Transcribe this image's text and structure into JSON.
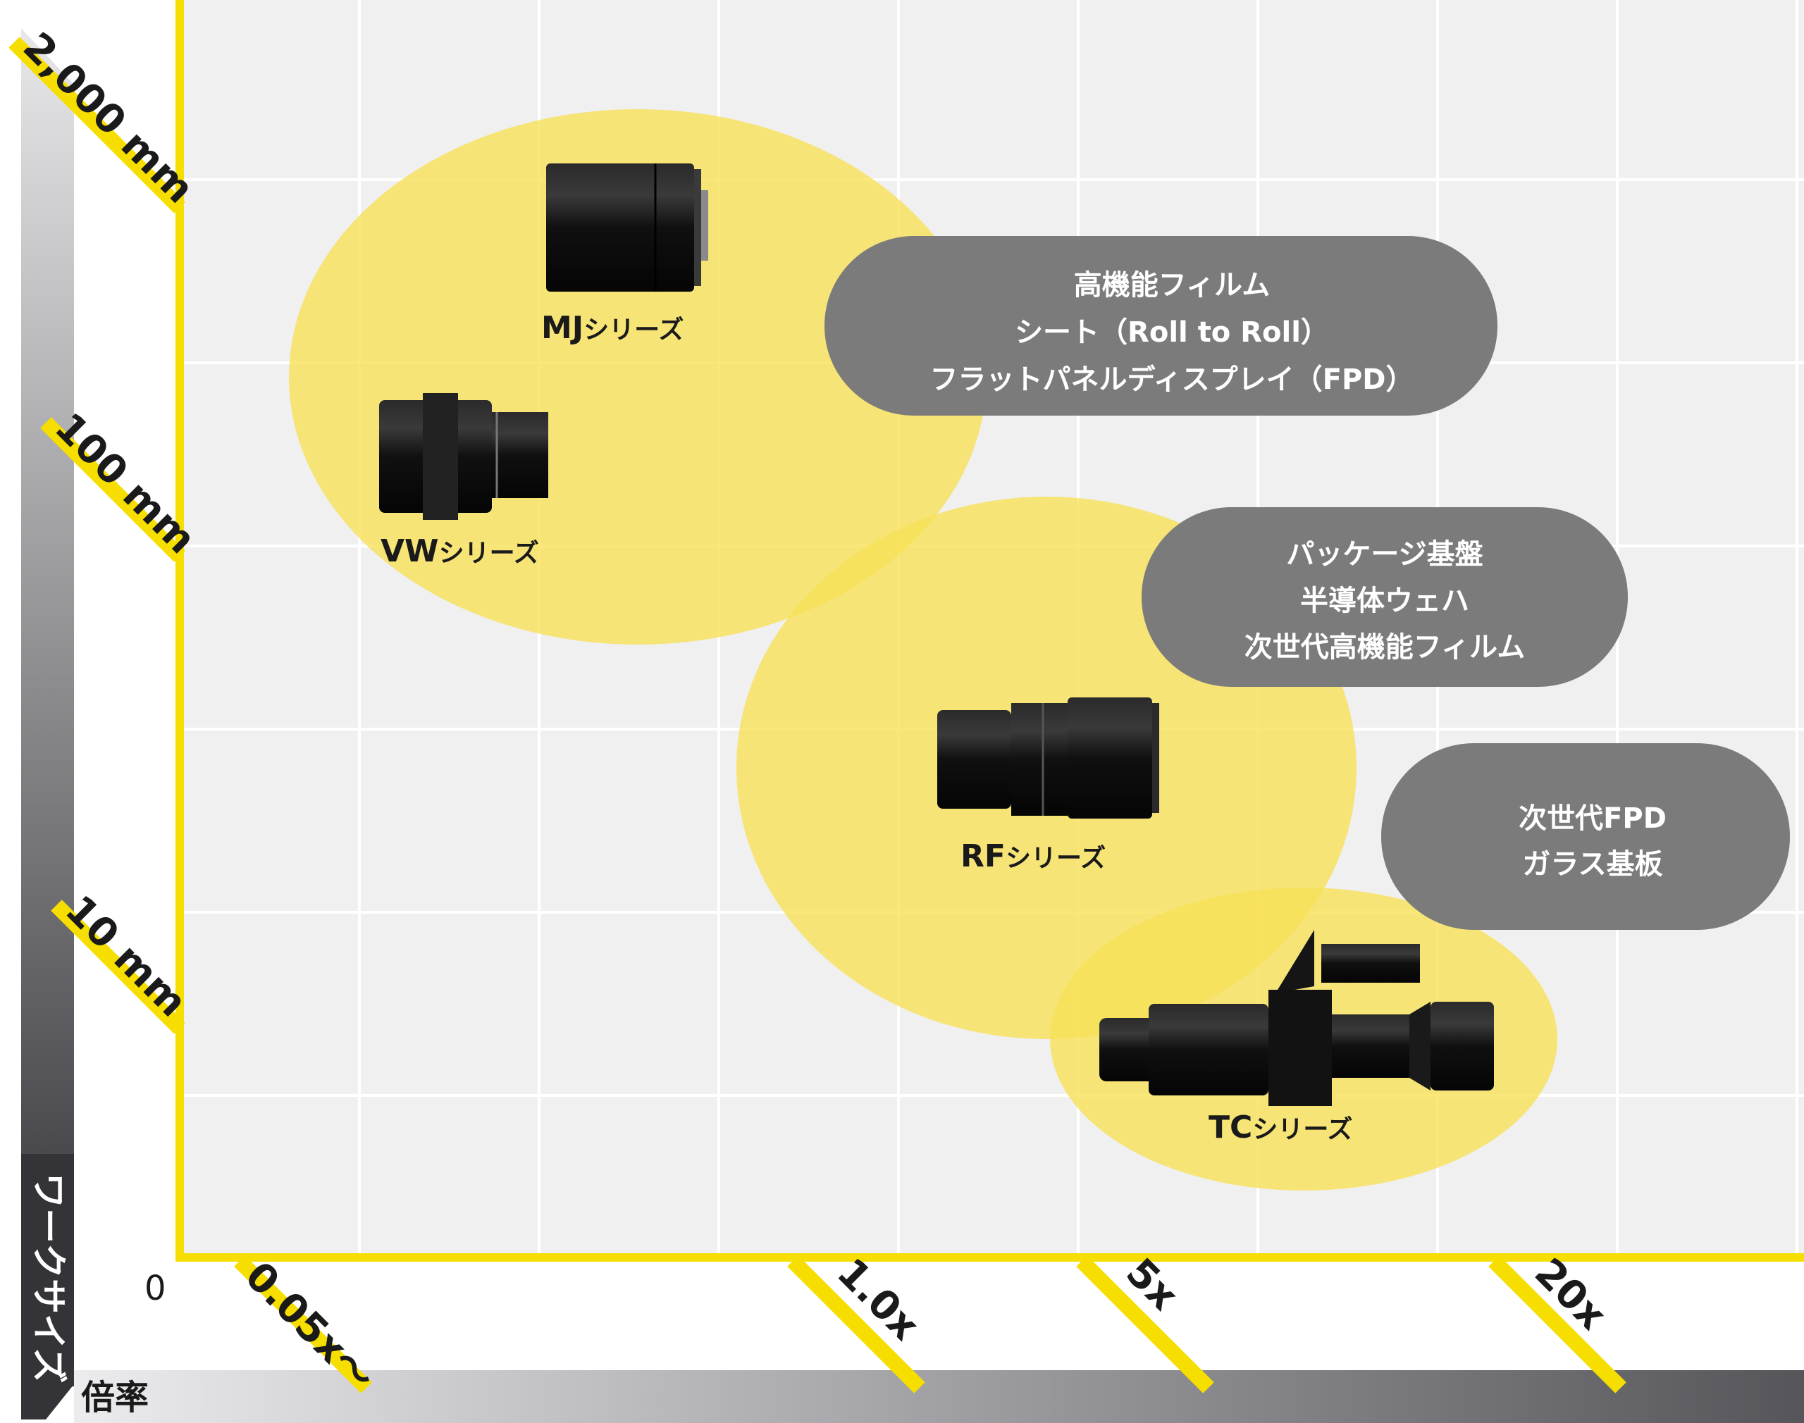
{
  "colors": {
    "background": "#ffffff",
    "plot_bg": "#f0f0f0",
    "grid": "#ffffff",
    "axis_yellow": "#f5de00",
    "ellipse_fill": "#f8e157",
    "bubble": "#7b7b7b",
    "bubble_text": "#ffffff",
    "label_text": "#1a1a1a",
    "lens_body": "#141414"
  },
  "icons": [
    "lens-icon"
  ],
  "chart_data": {
    "type": "bubble-region",
    "x_axis": {
      "label": "倍率",
      "origin_label": "0",
      "tick_labels": [
        "0.05x〜",
        "1.0x",
        "5x",
        "20x"
      ]
    },
    "y_axis": {
      "label": "ワークサイズ",
      "tick_labels": [
        "10 mm",
        "100 mm",
        "2,000 mm"
      ]
    },
    "grid": true,
    "series": [
      {
        "name": "MJシリーズ",
        "tag": "MJ",
        "suffix": "シリーズ"
      },
      {
        "name": "VWシリーズ",
        "tag": "VW",
        "suffix": "シリーズ"
      },
      {
        "name": "RFシリーズ",
        "tag": "RF",
        "suffix": "シリーズ"
      },
      {
        "name": "TCシリーズ",
        "tag": "TC",
        "suffix": "シリーズ"
      }
    ],
    "applications": [
      {
        "lines": [
          "高機能フィルム",
          "シート（Roll to Roll）",
          "フラットパネルディスプレイ（FPD）"
        ]
      },
      {
        "lines": [
          "パッケージ基盤",
          "半導体ウェハ",
          "次世代高機能フィルム"
        ]
      },
      {
        "lines": [
          "次世代FPD",
          "ガラス基板"
        ]
      }
    ]
  }
}
